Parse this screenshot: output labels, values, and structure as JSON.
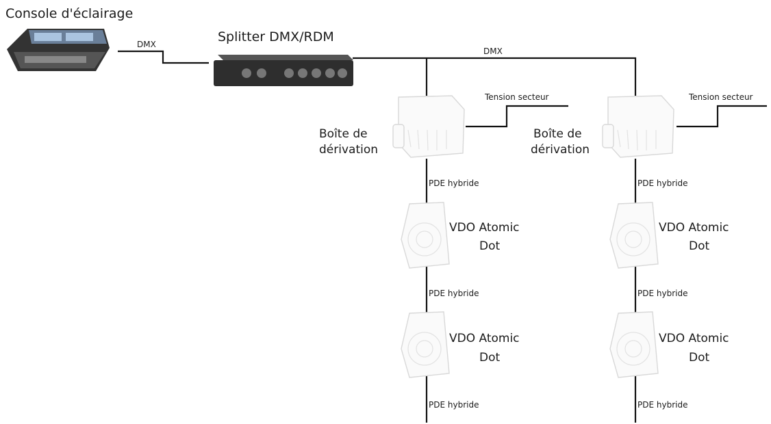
{
  "labels": {
    "console": "Console d'éclairage",
    "splitter": "Splitter DMX/RDM",
    "dmx_left": "DMX",
    "dmx_top": "DMX",
    "tension": "Tension secteur",
    "boite_line1": "Boîte de",
    "boite_line2": "dérivation",
    "pde": "PDE hybride",
    "vdo_line1": "VDO Atomic",
    "vdo_line2": "Dot"
  }
}
